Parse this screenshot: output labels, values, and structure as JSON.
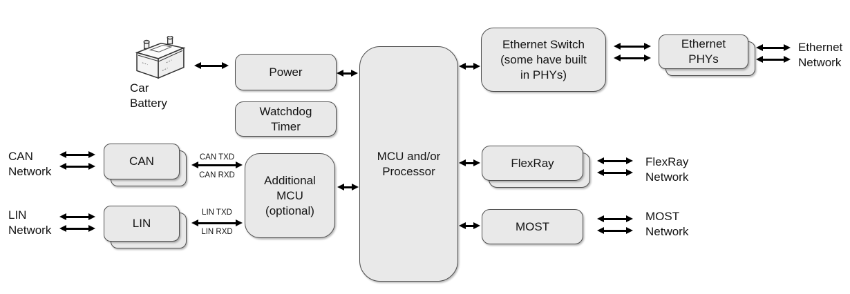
{
  "diagram": {
    "type": "block-diagram",
    "subject": "Automotive ECU architecture",
    "background": "#ffffff"
  },
  "colors": {
    "box_fill": "#e9e9e9",
    "box_border": "#4d4d4d",
    "arrow": "#000000",
    "text": "#141414"
  },
  "nodes": {
    "car_battery": {
      "label": "Car\nBattery",
      "icon": "car-battery-icon"
    },
    "power": {
      "label": "Power"
    },
    "watchdog": {
      "label": "Watchdog\nTimer"
    },
    "additional_mcu": {
      "label": "Additional\nMCU\n(optional)"
    },
    "mcu": {
      "label": "MCU and/or\nProcessor"
    },
    "can": {
      "label": "CAN",
      "stacked": true
    },
    "lin": {
      "label": "LIN",
      "stacked": true
    },
    "ethernet_switch": {
      "label": "Ethernet Switch\n(some have built\nin PHYs)"
    },
    "ethernet_phys": {
      "label": "Ethernet\nPHYs",
      "stacked": true
    },
    "flexray": {
      "label": "FlexRay",
      "stacked": true
    },
    "most": {
      "label": "MOST"
    }
  },
  "external_labels": {
    "can_network": "CAN\nNetwork",
    "lin_network": "LIN\nNetwork",
    "flexray_network": "FlexRay\nNetwork",
    "most_network": "MOST\nNetwork",
    "ethernet_network": "Ethernet\nNetwork"
  },
  "signal_labels": {
    "can_txd": "CAN TXD",
    "can_rxd": "CAN RXD",
    "lin_txd": "LIN TXD",
    "lin_rxd": "LIN RXD"
  },
  "connections": [
    {
      "from": "car_battery",
      "to": "power",
      "style": "bidirectional",
      "arrows": 1
    },
    {
      "from": "power",
      "to": "mcu",
      "style": "bidirectional",
      "arrows": 1
    },
    {
      "from": "can_network",
      "to": "can",
      "style": "bidirectional",
      "arrows": 2
    },
    {
      "from": "can",
      "to": "additional_mcu",
      "style": "bidirectional",
      "arrows": 1,
      "labels": [
        "CAN TXD",
        "CAN RXD"
      ]
    },
    {
      "from": "lin_network",
      "to": "lin",
      "style": "bidirectional",
      "arrows": 2
    },
    {
      "from": "lin",
      "to": "additional_mcu",
      "style": "bidirectional",
      "arrows": 1,
      "labels": [
        "LIN TXD",
        "LIN RXD"
      ]
    },
    {
      "from": "additional_mcu",
      "to": "mcu",
      "style": "bidirectional",
      "arrows": 1
    },
    {
      "from": "mcu",
      "to": "ethernet_switch",
      "style": "bidirectional",
      "arrows": 1
    },
    {
      "from": "ethernet_switch",
      "to": "ethernet_phys",
      "style": "bidirectional",
      "arrows": 2
    },
    {
      "from": "ethernet_phys",
      "to": "ethernet_network",
      "style": "bidirectional",
      "arrows": 2
    },
    {
      "from": "mcu",
      "to": "flexray",
      "style": "bidirectional",
      "arrows": 1
    },
    {
      "from": "flexray",
      "to": "flexray_network",
      "style": "bidirectional",
      "arrows": 2
    },
    {
      "from": "mcu",
      "to": "most",
      "style": "bidirectional",
      "arrows": 1
    },
    {
      "from": "most",
      "to": "most_network",
      "style": "bidirectional",
      "arrows": 2
    }
  ]
}
